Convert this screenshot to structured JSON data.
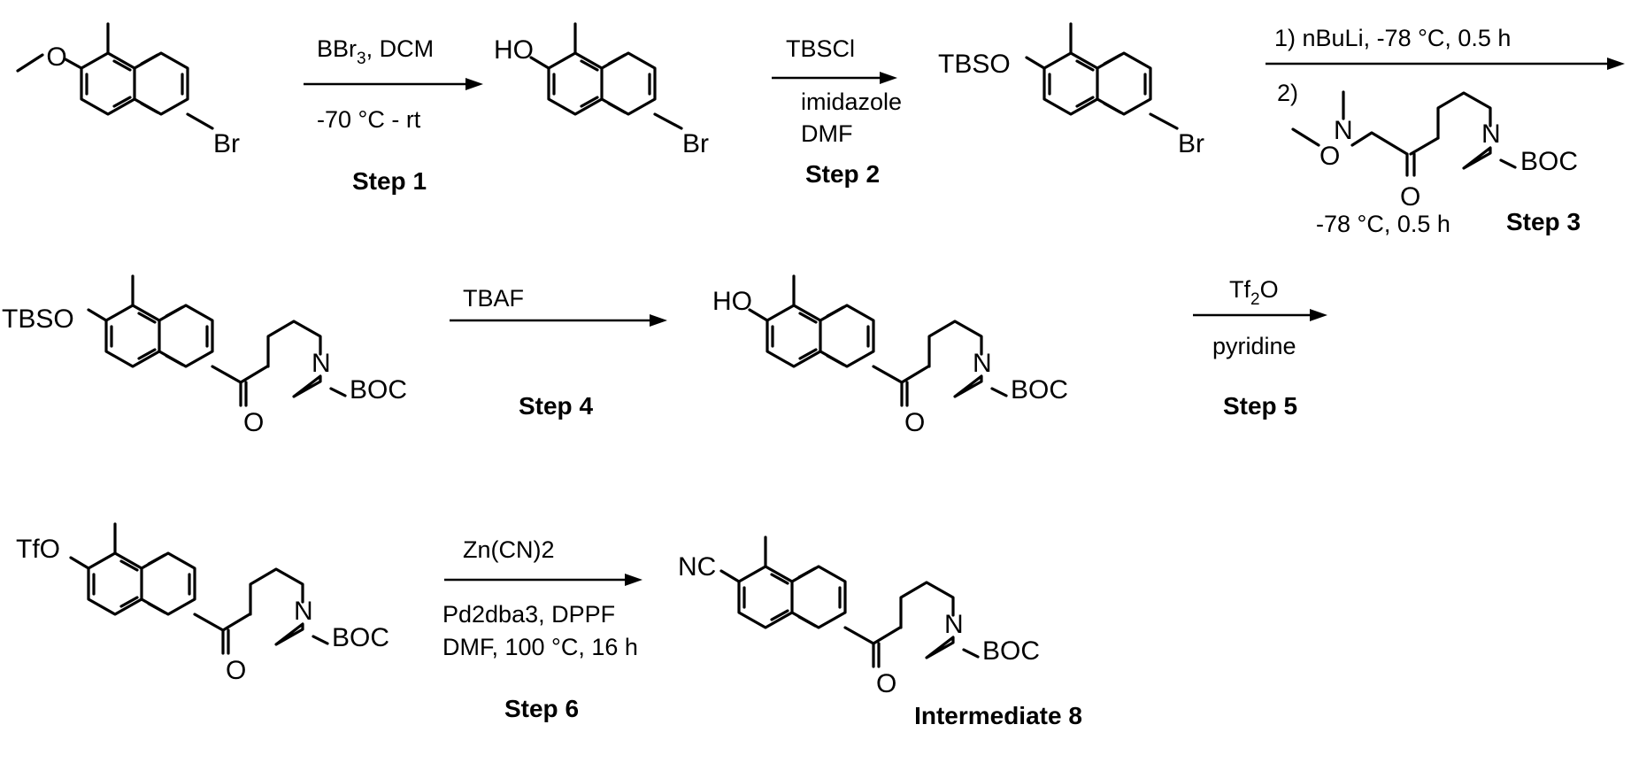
{
  "substituents": {
    "methoxy_o": "O",
    "hydroxy": "HO",
    "tbso": "TBSO",
    "tfo": "TfO",
    "nitrile": "NC",
    "bromo": "Br",
    "nitrogen": "N",
    "carbonyl_o": "O",
    "boc": "BOC"
  },
  "steps": [
    {
      "label": "Step 1",
      "reagents": [
        "BBr",
        "3",
        ", DCM"
      ],
      "conditions": "-70 °C - rt"
    },
    {
      "label": "Step 2",
      "reagents": "TBSCl",
      "conditions": [
        "imidazole",
        "DMF"
      ]
    },
    {
      "label": "Step 3",
      "reagents": "1) nBuLi, -78 °C, 0.5 h",
      "reagent_2_prefix": "2)",
      "conditions": "-78 °C, 0.5 h"
    },
    {
      "label": "Step 4",
      "reagents": "TBAF"
    },
    {
      "label": "Step 5",
      "reagents": [
        "Tf",
        "2",
        "O"
      ],
      "conditions": "pyridine"
    },
    {
      "label": "Step 6",
      "reagents": "Zn(CN)2",
      "conditions": [
        "Pd2dba3, DPPF",
        "DMF, 100 °C, 16 h"
      ]
    }
  ],
  "product_label": "Intermediate 8"
}
